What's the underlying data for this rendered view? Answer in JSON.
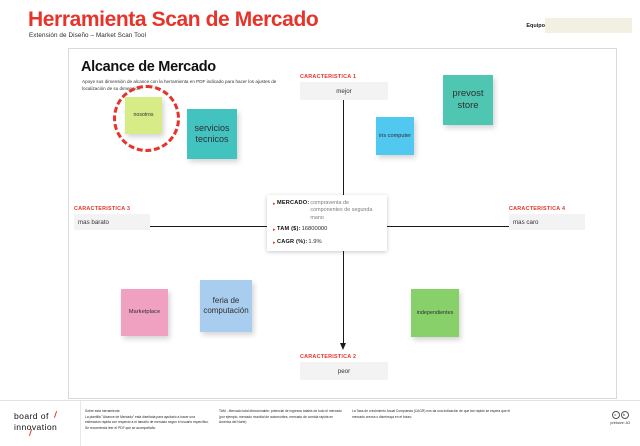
{
  "header": {
    "title": "Herramienta Scan de Mercado",
    "subtitle": "Extensión de Diseño –  Market Scan Tool",
    "team_label": "Equipo",
    "team_value": ""
  },
  "canvas": {
    "title": "Alcance de Mercado",
    "description": "Apoye sus dimensión de alcance con la herramienta en PDF indicado para hacer los ajustes de localización de su dimensión"
  },
  "characteristics": {
    "top": {
      "label": "CARACTERISTICA 1",
      "value": "mejor"
    },
    "bottom": {
      "label": "CARACTERISTICA 2",
      "value": "peor"
    },
    "left": {
      "label": "CARACTERISTICA 3",
      "value": "mas barato"
    },
    "right": {
      "label": "CARACTERISTICA 4",
      "value": "mas caro"
    }
  },
  "market_box": {
    "bullet": "▸",
    "rows": [
      {
        "key": "MERCADO:",
        "value": "compraventa de componentes de segunda mano"
      },
      {
        "key": "TAM ($):",
        "value": "16800000"
      },
      {
        "key": "CAGR (%):",
        "value": "1.9%"
      }
    ]
  },
  "notes": [
    {
      "id": "nosotros",
      "text": "nosotros",
      "color": "#d7ec86",
      "highlighted": true
    },
    {
      "id": "servicios",
      "text": "servicios tecnicos",
      "color": "#43c3c0",
      "highlighted": false
    },
    {
      "id": "iris",
      "text": "iris computer",
      "color": "#50c8ef",
      "highlighted": false
    },
    {
      "id": "prevost",
      "text": "prevost store",
      "color": "#4fc6b2",
      "highlighted": false
    },
    {
      "id": "marketplace",
      "text": "Marketplace",
      "color": "#f0a0c0",
      "highlighted": false
    },
    {
      "id": "feria",
      "text": "feria de computación",
      "color": "#a9cdef",
      "highlighted": false
    },
    {
      "id": "independientes",
      "text": "independientes",
      "color": "#88d06a",
      "highlighted": false
    }
  ],
  "footer": {
    "logo_line1": "board of",
    "logo_line2": "innovation",
    "col1_head": "Sobre esta herramienta",
    "col1_body": "La plantilla \"Alcance de Mercado\" está diseñada para ayudarlo a hacer una estimación rápida con respecto a el tamaño de mercado según el usuario específico. Se recomienda leer el PDF que se acompañaño",
    "col2_body": "TAM - Mercado total direccionable: potencial de ingresos totales de todo el mercado (por ejemplo, mercado mundial de automóviles, mercado de comida rápida en América del Norte)",
    "col3_body": "La Tasa de crecimiento Anual Compuesta (CAGR) nos da una indicación de que tan rápido se espera que el mercado crezca o disminuya en el futuro.",
    "license": "CC BY",
    "printsize": "printsize: A3"
  },
  "colors": {
    "brand_red": "#e8332a",
    "axis": "#1a1a1a",
    "field_bg": "#f3f3f3",
    "team_field_bg": "#f2efe3"
  }
}
